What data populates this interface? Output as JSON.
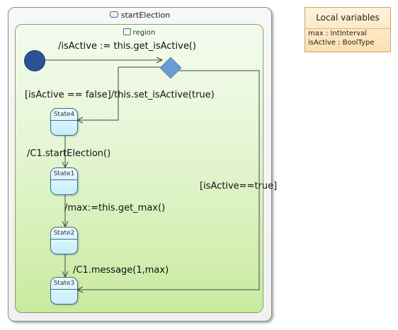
{
  "machine": {
    "title": "startElection"
  },
  "region": {
    "title": "region"
  },
  "states": {
    "state4": "State4",
    "state1": "State1",
    "state2": "State2",
    "state3": "State3"
  },
  "transitions": {
    "initial_to_choice": "/isActive := this.get_isActive()",
    "choice_to_state4": "[isActive == false]/this.set_isActive(true)",
    "state4_to_state1": "/C1.startElection()",
    "state1_to_state2": "/max:=this.get_max()",
    "state2_to_state3": "/C1.message(1,max)",
    "choice_to_state3": "[isActive==true]"
  },
  "local_variables": {
    "title": "Local variables",
    "items": [
      "max : IntInterval",
      "isActive : BoolType"
    ]
  },
  "colors": {
    "initial": "#2a5296",
    "choice": "#6a9bd1",
    "state_border": "#3d6e8f",
    "region_border": "#7fa26b"
  }
}
